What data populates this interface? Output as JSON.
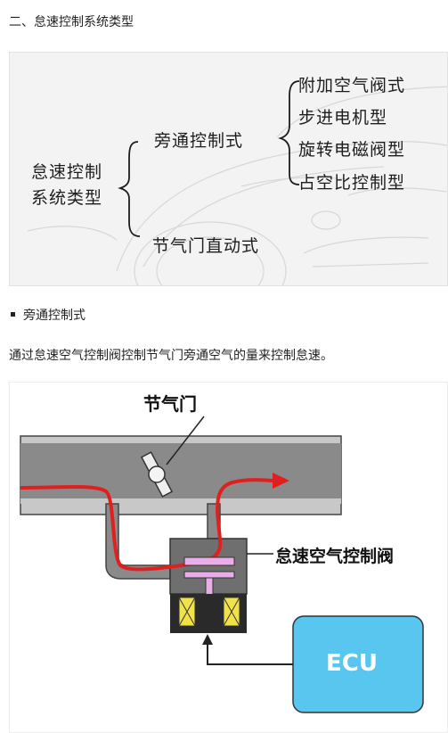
{
  "heading": "二、怠速控制系统类型",
  "tree": {
    "root_line1": "怠速控制",
    "root_line2": "系统类型",
    "bypass": "旁通控制式",
    "throttle_direct": "节气门直动式",
    "leaves": [
      "附加空气阀式",
      "步进电机型",
      "旋转电磁阀型",
      "占空比控制型"
    ]
  },
  "section": {
    "bullet_title": "旁通控制式",
    "description": "通过怠速空气控制阀控制节气门旁通空气的量来控制怠速。"
  },
  "diagram": {
    "throttle_label": "节气门",
    "valve_label": "怠速空气控制阀",
    "ecu_label": "ECU",
    "colors": {
      "pipe_fill": "#8a8a8a",
      "pipe_wall": "#cfcfcf",
      "airflow": "#e01f1f",
      "valve_body": "#6f6f6f",
      "plunger": "#e9aee8",
      "coil": "#f2e24a",
      "ecu_fill": "#58c6ef",
      "ecu_text": "#ffffff"
    }
  }
}
